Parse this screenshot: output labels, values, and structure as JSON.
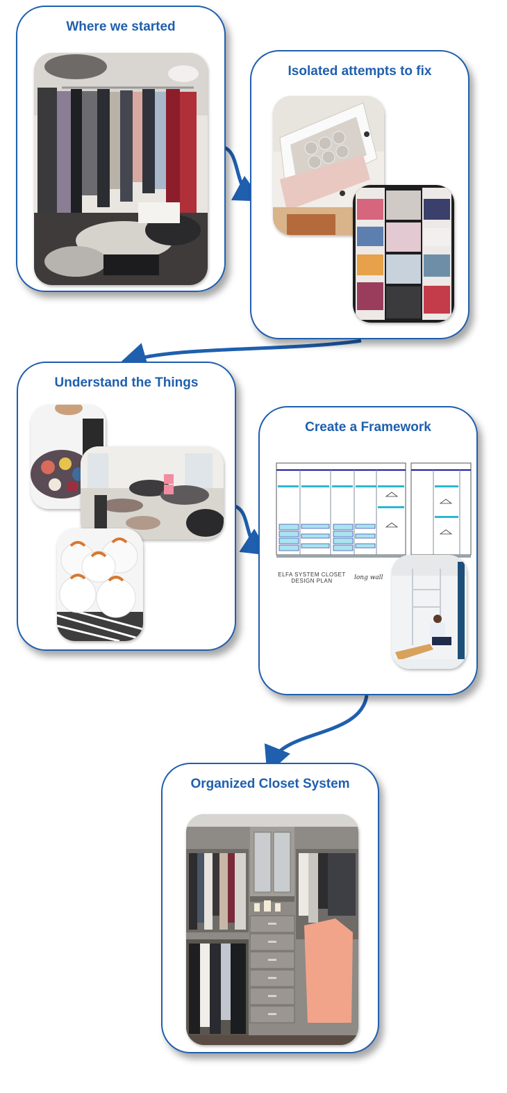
{
  "steps": {
    "started": {
      "title": "Where we started"
    },
    "attempts": {
      "title": "Isolated attempts to fix"
    },
    "understand": {
      "title": "Understand the Things"
    },
    "framework": {
      "title": "Create a Framework",
      "plan_caption_line1": "ELFA SYSTEM CLOSET",
      "plan_caption_line2": "DESIGN PLAN",
      "plan_note": "long wall"
    },
    "organized": {
      "title": "Organized Closet System"
    }
  },
  "colors": {
    "accent": "#1f5fae",
    "arrow": "#1f5fae"
  }
}
